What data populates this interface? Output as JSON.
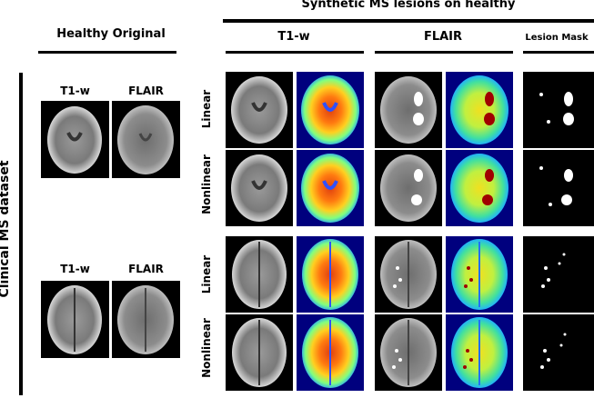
{
  "title": "Synthetic MS lesions on healthy",
  "healthy_original": {
    "title": "Healthy Original",
    "t1_label": "T1-w",
    "flair_label": "FLAIR"
  },
  "synthetic_columns": {
    "t1": "T1-w",
    "flair": "FLAIR",
    "mask": "Lesion Mask"
  },
  "row_labels": {
    "linear": "Linear",
    "nonlinear": "Nonlinear"
  },
  "dataset_label": "Clinical MS dataset",
  "colors": {
    "heatmap_background": "#00007e",
    "mri_background": "#000000",
    "text": "#000000"
  }
}
